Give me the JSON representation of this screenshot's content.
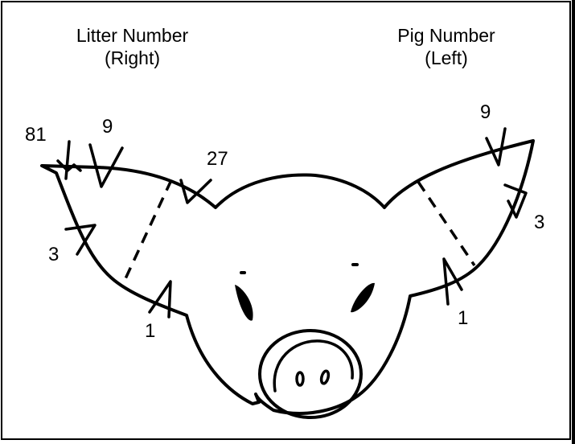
{
  "diagram": {
    "titles": {
      "right_ear_line1": "Litter Number",
      "right_ear_line2": "(Right)",
      "left_ear_line1": "Pig Number",
      "left_ear_line2": "(Left)"
    },
    "notch_labels": {
      "r81": "81",
      "r9": "9",
      "r27": "27",
      "r3": "3",
      "r1": "1",
      "l9": "9",
      "l3": "3",
      "l1": "1"
    }
  }
}
